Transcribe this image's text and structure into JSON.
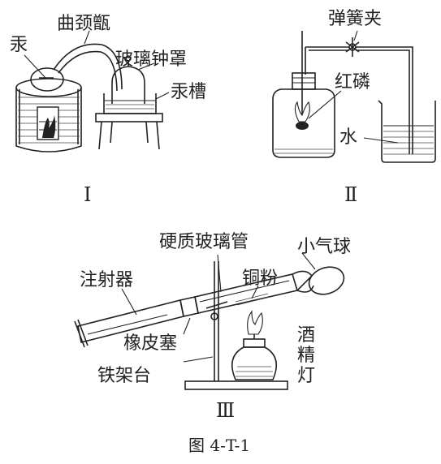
{
  "figure1": {
    "roman": "Ⅰ",
    "labels": {
      "mercury": "汞",
      "retort": "曲颈甑",
      "bell_jar": "玻璃钟罩",
      "trough": "汞槽"
    }
  },
  "figure2": {
    "roman": "Ⅱ",
    "labels": {
      "spring_clip": "弹簧夹",
      "red_phosphorus": "红磷",
      "water": "水"
    }
  },
  "figure3": {
    "roman": "Ⅲ",
    "labels": {
      "hard_glass_tube": "硬质玻璃管",
      "small_balloon": "小气球",
      "syringe": "注射器",
      "copper_powder": "铜粉",
      "rubber_stopper": "橡皮塞",
      "iron_stand": "铁架台",
      "alcohol_lamp": [
        "酒",
        "精",
        "灯"
      ]
    }
  },
  "caption": "图 4-T-1"
}
